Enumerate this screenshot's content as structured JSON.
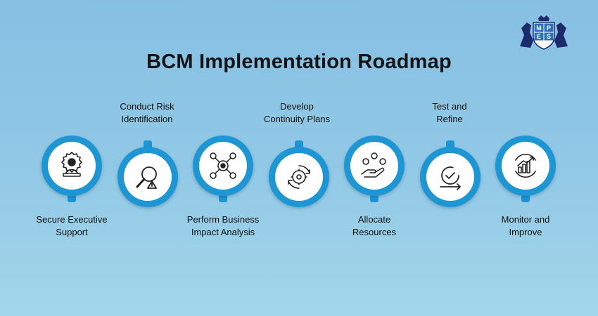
{
  "title": "BCM Implementation Roadmap",
  "logo_letters": [
    "M",
    "P",
    "E",
    "S"
  ],
  "steps": [
    {
      "line1": "Secure Executive",
      "line2": "Support",
      "icon": "executive-support-icon"
    },
    {
      "line1": "Conduct Risk",
      "line2": "Identification",
      "icon": "risk-magnifier-icon"
    },
    {
      "line1": "Perform Business",
      "line2": "Impact Analysis",
      "icon": "impact-analysis-icon"
    },
    {
      "line1": "Develop",
      "line2": "Continuity Plans",
      "icon": "continuity-gear-icon"
    },
    {
      "line1": "Allocate",
      "line2": "Resources",
      "icon": "resources-hand-icon"
    },
    {
      "line1": "Test and",
      "line2": "Refine",
      "icon": "test-refine-icon"
    },
    {
      "line1": "Monitor and",
      "line2": "Improve",
      "icon": "monitor-growth-icon"
    }
  ],
  "colors": {
    "accent": "#1e96d4",
    "logo": "#1d2a6b"
  }
}
